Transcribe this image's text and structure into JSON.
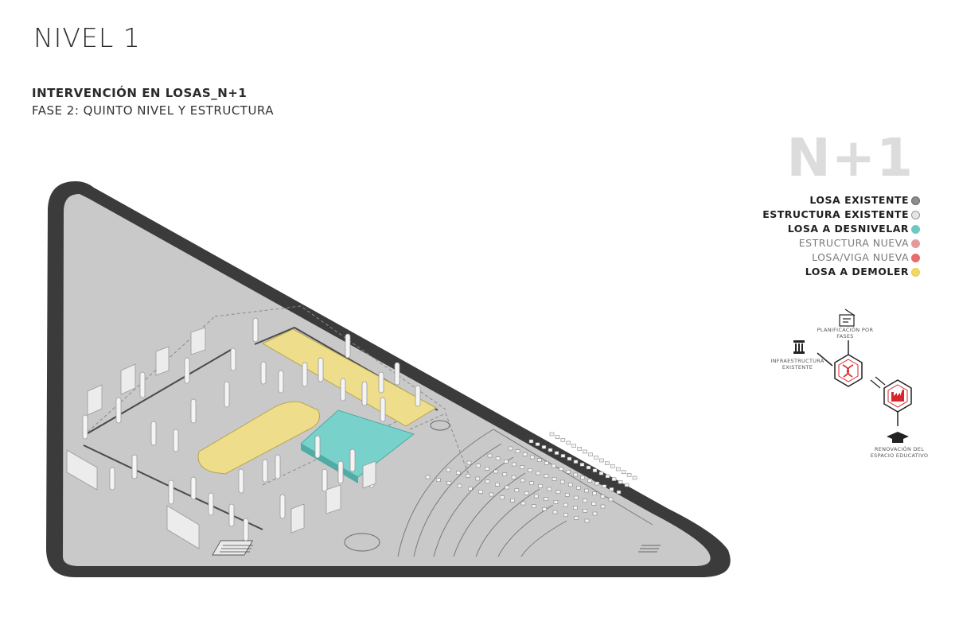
{
  "header": {
    "level_title": "NIVEL 1",
    "subtitle": "INTERVENCIÓN EN LOSAS_N+1",
    "phase": "FASE 2: QUINTO NIVEL Y ESTRUCTURA"
  },
  "badge": {
    "code": "N+1"
  },
  "legend": {
    "items": [
      {
        "label": "LOSA EXISTENTE",
        "color": "#8e8e8e",
        "weight": "bold"
      },
      {
        "label": "ESTRUCTURA EXISTENTE",
        "color": "#e6e6e6",
        "weight": "bold"
      },
      {
        "label": "LOSA A DESNIVELAR",
        "color": "#6cc9c3",
        "weight": "bold"
      },
      {
        "label": "ESTRUCTURA NUEVA",
        "color": "#e59a9a",
        "weight": "light"
      },
      {
        "label": "LOSA/VIGA NUEVA",
        "color": "#e86c6c",
        "weight": "light"
      },
      {
        "label": "LOSA A DEMOLER",
        "color": "#f0d866",
        "weight": "bold"
      }
    ]
  },
  "process": {
    "planning_label_1": "PLANIFICACIÓN POR",
    "planning_label_2": "FASES",
    "infra_label_1": "INFRAESTRUCTURA",
    "infra_label_2": "EXISTENTE",
    "renewal_label_1": "RENOVACIÓN DEL",
    "renewal_label_2": "ESPACIO EDUCATIVO"
  },
  "colors": {
    "site_outline": "#3d3d3d",
    "slab": "#c8c8c8",
    "teal": "#79d1cb",
    "yellow": "#eedd8a",
    "accent_red": "#d9262a"
  }
}
